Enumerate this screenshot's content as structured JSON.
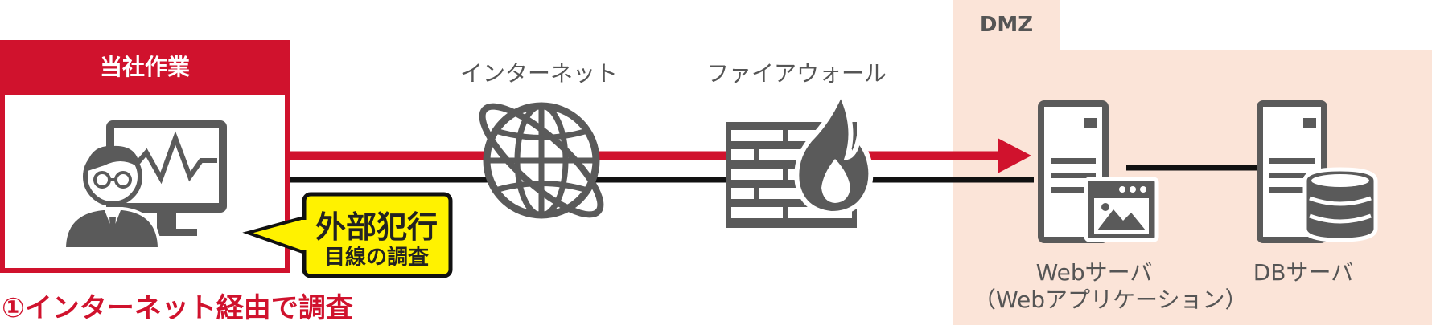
{
  "dmz": {
    "label": "DMZ"
  },
  "company": {
    "title": "当社作業"
  },
  "callout": {
    "line1": "外部犯行",
    "line2": "目線の調査"
  },
  "step": {
    "title": "①インターネット経由で調査"
  },
  "nodes": {
    "internet": "インターネット",
    "firewall": "ファイアウォール",
    "web_server": "Webサーバ",
    "web_server_sub": "（Webアプリケーション）",
    "db_server": "DBサーバ"
  },
  "colors": {
    "accent_red": "#d0122d",
    "dmz_bg": "#fbe4d8",
    "icon_gray": "#5a5a5a",
    "callout_yellow": "#fff200"
  }
}
